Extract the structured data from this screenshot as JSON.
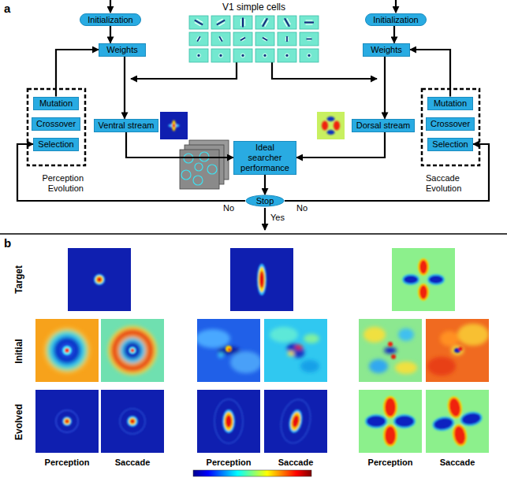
{
  "diagram": {
    "nodes": [
      {
        "text": [
          "Initialization"
        ]
      },
      {
        "text": [
          "Initialization"
        ]
      },
      {
        "text": [
          "Weights"
        ]
      },
      {
        "text": [
          "Weights"
        ]
      },
      {
        "text": [
          "Mutation"
        ]
      },
      {
        "text": [
          "Crossover"
        ]
      },
      {
        "text": [
          "Selection"
        ]
      },
      {
        "text": [
          "Ventral stream"
        ]
      },
      {
        "text": [
          "Dorsal stream"
        ]
      },
      {
        "text": [
          "Mutation"
        ]
      },
      {
        "text": [
          "Crossover"
        ]
      },
      {
        "text": [
          "Selection"
        ]
      },
      {
        "text": [
          "Ideal searcher performance"
        ]
      },
      {
        "text": [
          "Stop"
        ]
      }
    ],
    "edges": [
      {
        "from": 0,
        "to": 2,
        "arrow": "to"
      },
      {
        "from": 1,
        "to": 3,
        "arrow": "to"
      },
      {
        "from": 2,
        "to": 7,
        "arrow": "to"
      },
      {
        "from": 3,
        "to": 8,
        "arrow": "to"
      },
      {
        "from": 4,
        "to": 2,
        "arrow": "to"
      },
      {
        "from": 9,
        "to": 3,
        "arrow": "to"
      },
      {
        "from": 7,
        "to": 12,
        "arrow": "to"
      },
      {
        "from": 8,
        "to": 12,
        "arrow": "to"
      },
      {
        "from": 12,
        "to": 13,
        "arrow": "to"
      },
      {
        "from": 13,
        "to": 6,
        "label": "No",
        "arrow": "to"
      },
      {
        "from": 13,
        "to": 11,
        "label": "No",
        "arrow": "to"
      }
    ],
    "labels": [
      "a",
      "V1 simple cells",
      "Perception Evolution",
      "Saccade Evolution",
      "Yes",
      "b",
      "Target",
      "Initial",
      "Evolved",
      "Perception",
      "Saccade",
      "Perception",
      "Saccade",
      "Perception",
      "Saccade"
    ]
  }
}
